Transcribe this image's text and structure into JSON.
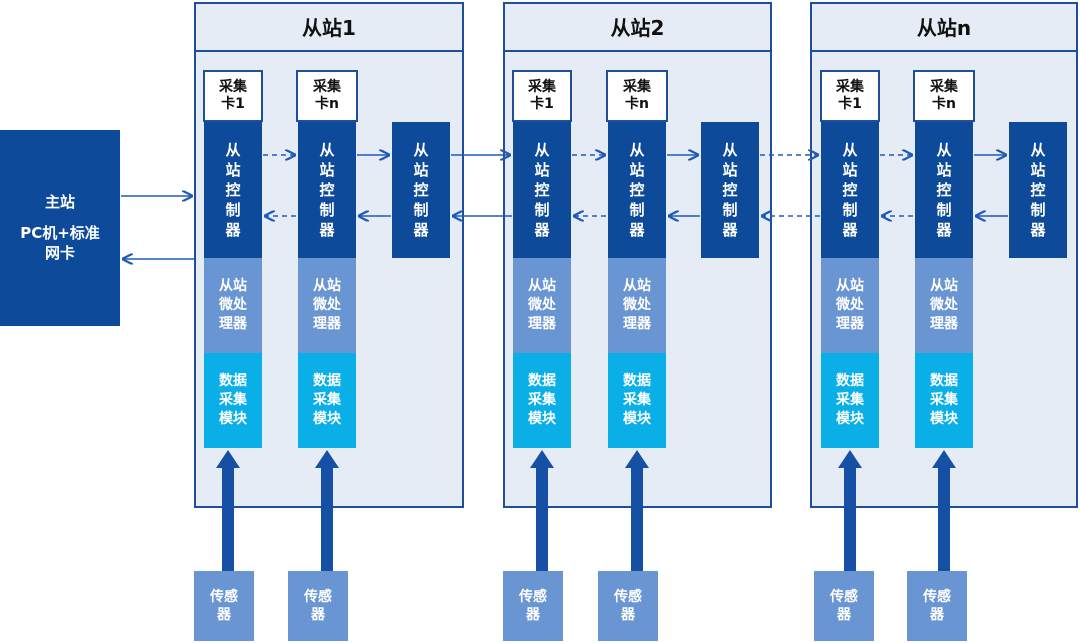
{
  "master": {
    "line1": "主站",
    "line2": "PC机+标准",
    "line3": "网卡"
  },
  "stations": [
    {
      "title": "从站1",
      "cards": [
        "采集\n卡1",
        "采集\n卡n"
      ]
    },
    {
      "title": "从站2",
      "cards": [
        "采集\n卡1",
        "采集\n卡n"
      ]
    },
    {
      "title": "从站n",
      "cards": [
        "采集\n卡1",
        "采集\n卡n"
      ]
    }
  ],
  "labels": {
    "controller": "从\n站\n控\n制\n器",
    "micro": "从站\n微处\n理器",
    "daq": "数据\n采集\n模块",
    "sensor": "传感\n器"
  },
  "colors": {
    "dark_blue": "#0D4A9A",
    "mid_blue": "#6A95D3",
    "cyan": "#0AAFE8",
    "panel": "#E6ECF5",
    "border": "#1F4E9A"
  }
}
